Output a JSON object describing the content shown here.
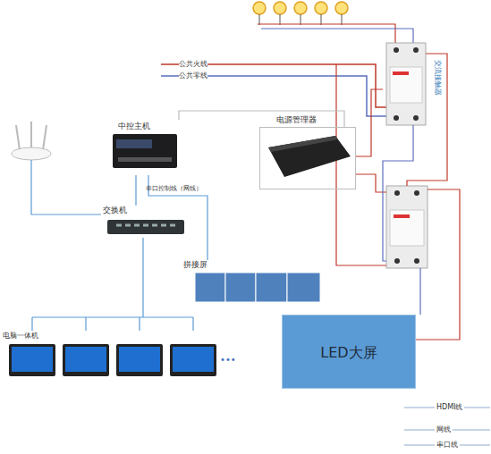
{
  "diagram": {
    "nodes": [
      {
        "text": [
          "交流接触器"
        ]
      },
      {
        "text": [
          "中控主机"
        ]
      },
      {
        "text": [
          "电源管理器"
        ]
      },
      {
        "text": [
          "交换机"
        ]
      },
      {
        "text": [
          "拼接屏"
        ]
      },
      {
        "text": [
          "电脑一体机"
        ]
      },
      {
        "text": [
          "LED大屏"
        ]
      }
    ],
    "edges": [
      {
        "from": 1,
        "to": 3,
        "arrow": "none"
      },
      {
        "from": 1,
        "to": 2,
        "arrow": "none"
      },
      {
        "from": 1,
        "to": 4,
        "label": "串口控制线（网线）",
        "arrow": "none"
      },
      {
        "from": 3,
        "to": 5,
        "arrow": "none"
      },
      {
        "from": 2,
        "to": 0,
        "arrow": "none"
      }
    ],
    "labels": [
      "公共火线",
      "公共零线",
      "•••"
    ],
    "legend": [
      {
        "text": "HDMI线"
      },
      {
        "text": "网线"
      },
      {
        "text": "串口线"
      }
    ]
  }
}
